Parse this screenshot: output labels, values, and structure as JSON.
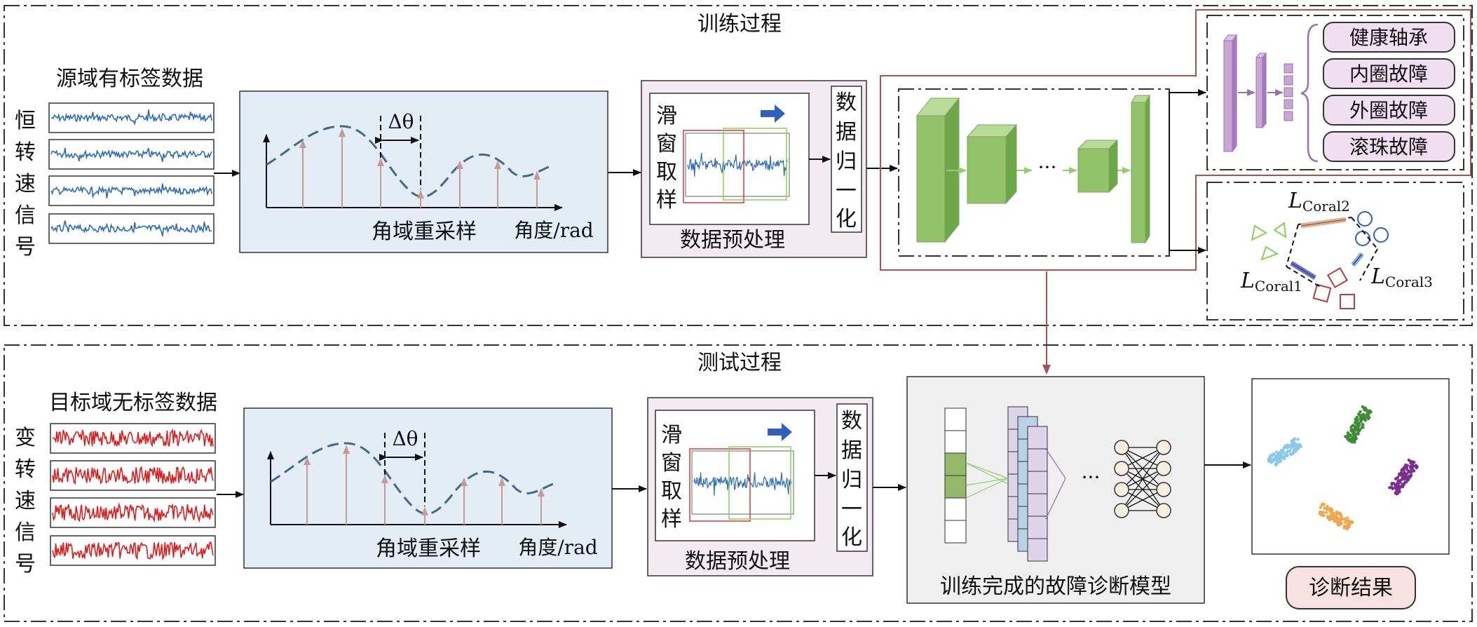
{
  "training": {
    "title": "训练过程",
    "source_label": "源域有标签数据",
    "signal_label_chars": [
      "恒",
      "转",
      "速",
      "信",
      "号"
    ],
    "resample": {
      "delta": "Δθ",
      "caption": "角域重采样",
      "axis_label": "角度/rad"
    },
    "preprocess": {
      "sliding_chars": [
        "滑",
        "窗",
        "取",
        "样"
      ],
      "caption": "数据预处理",
      "normalize_chars": [
        "数",
        "据",
        "归",
        "一",
        "化"
      ]
    },
    "classes": [
      "健康轴承",
      "内圈故障",
      "外圈故障",
      "滚珠故障"
    ],
    "coral": {
      "l1_main": "L",
      "l1_sub": "Coral1",
      "l2_main": "L",
      "l2_sub": "Coral2",
      "l3_main": "L",
      "l3_sub": "Coral3"
    },
    "ellipsis": "···"
  },
  "testing": {
    "title": "测试过程",
    "target_label": "目标域无标签数据",
    "signal_label_chars": [
      "变",
      "转",
      "速",
      "信",
      "号"
    ],
    "resample": {
      "delta": "Δθ",
      "caption": "角域重采样",
      "axis_label": "角度/rad"
    },
    "preprocess": {
      "sliding_chars": [
        "滑",
        "窗",
        "取",
        "样"
      ],
      "caption": "数据预处理",
      "normalize_chars": [
        "数",
        "据",
        "归",
        "一",
        "化"
      ]
    },
    "model_caption": "训练完成的故障诊断模型",
    "result_label": "诊断结果",
    "ellipsis": "···"
  },
  "colors": {
    "source_signal": "#2e6bb5",
    "target_signal": "#d81e1e",
    "panel_blue": "#e4edf6",
    "panel_pink": "#f3eaf2",
    "panel_gray": "#efefef",
    "cnn_green": "#93c26b",
    "fc_purple": "#c8a7d4",
    "class_fill": "#f0dff0",
    "result_fill": "#f7e1e1",
    "link_red": "#b05050"
  }
}
